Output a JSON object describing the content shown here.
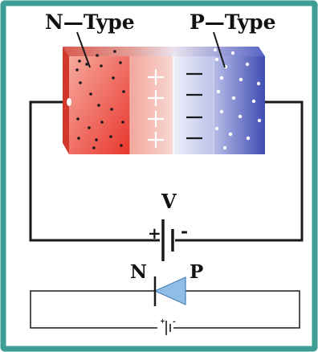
{
  "labels": {
    "n_type": "N—Type",
    "p_type": "P—Type",
    "voltage": "V",
    "plus": "+",
    "minus": "-",
    "diode_n": "N",
    "diode_p": "P",
    "small_plus": "+",
    "small_minus": "-"
  },
  "colors": {
    "frame": "#3e9d95",
    "wire": "#1a1a1a",
    "n_region": "#e8453a",
    "p_region": "#4a55b8",
    "diode_fill": "#8fbde6"
  }
}
